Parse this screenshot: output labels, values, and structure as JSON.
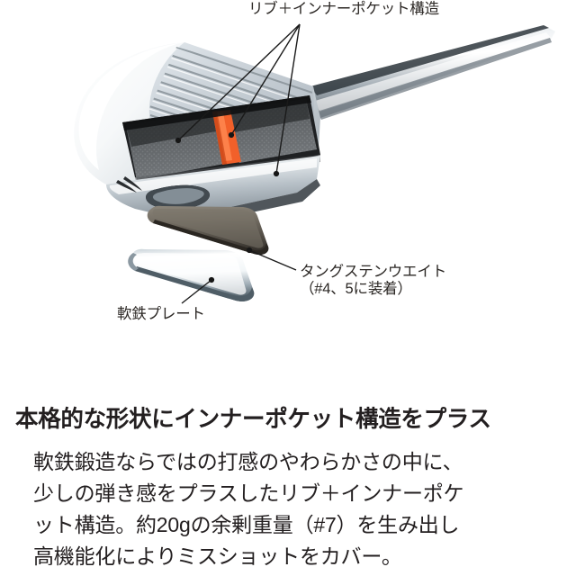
{
  "illustration": {
    "alt_name": "golf-iron-clubhead-exploded-view",
    "callouts": [
      {
        "id": "rib-inner-pocket",
        "text": "リブ＋インナーポケット構造",
        "leader_count": 3
      },
      {
        "id": "tungsten-weight",
        "text": "タングステンウエイト",
        "sub_text": "（#4、5に装着）"
      },
      {
        "id": "soft-iron-plate",
        "text": "軟鉄プレート"
      }
    ],
    "colors": {
      "clubhead_light": "#e8ecef",
      "clubhead_mid": "#c6ced4",
      "clubhead_shadow": "#8e979e",
      "face_groove": "#b6bec5",
      "cavity_dark": "#3a3b3d",
      "cavity_texture": "#6d7073",
      "rib_orange": "#f2602a",
      "tungsten_weight": "#6d675e",
      "tungsten_edge": "#2f2a25",
      "chrome_plate": "#eef2f4",
      "chrome_plate_edge": "#5c6a72",
      "shaft_chrome": "#9aa3aa",
      "leader_line": "#1a1a1a",
      "background": "#ffffff"
    }
  },
  "text": {
    "heading": "本格的な形状にインナーポケット構造をプラス",
    "body_lines": [
      "軟鉄鍛造ならではの打感のやわらかさの中に、",
      "少しの弾き感をプラスしたリブ＋インナーポケ",
      "ット構造。約20gの余剰重量（#7）を生み出し",
      "高機能化によりミスショットをカバー。"
    ]
  }
}
